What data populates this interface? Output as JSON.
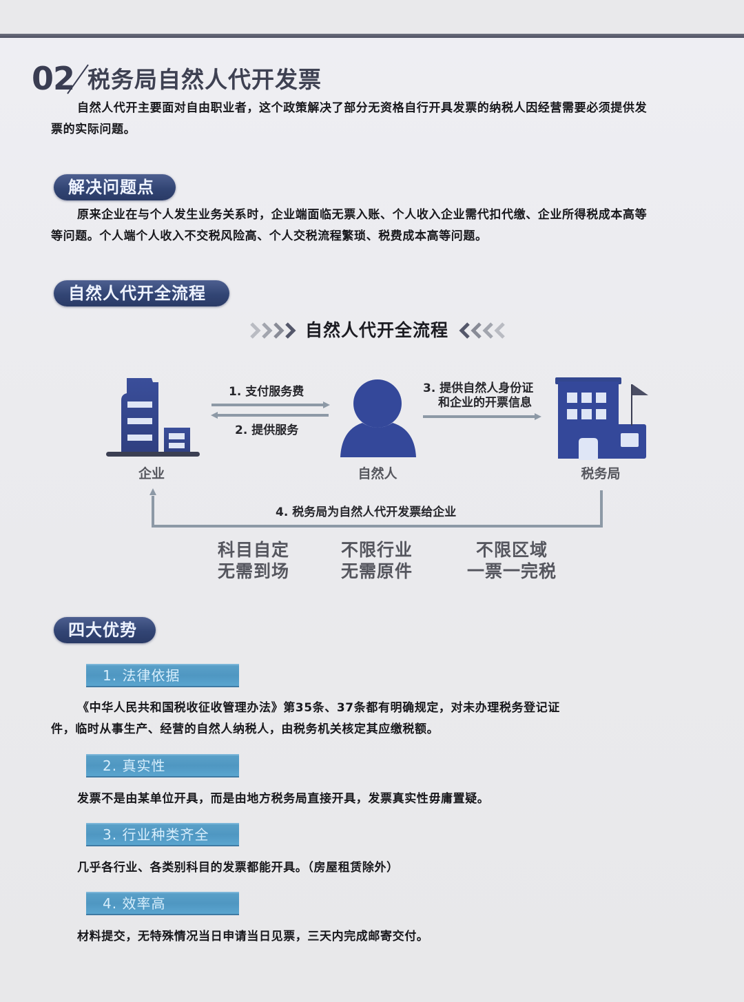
{
  "header": {
    "section_number": "02",
    "title": "税务局自然人代开发票",
    "intro_line1": "自然人代开主要面对自由职业者，这个政策解决了部分无资格自行开具发票的纳税人因经营需要必须提供发",
    "intro_line2": "票的实际问题。"
  },
  "problems": {
    "pill_label": "解决问题点",
    "line1": "原来企业在与个人发生业务关系时，企业端面临无票入账、个人收入企业需代扣代缴、企业所得税成本高等",
    "line2": "等问题。个人端个人收入不交税风险高、个人交税流程繁琐、税费成本高等问题。"
  },
  "process": {
    "pill_label": "自然人代开全流程",
    "flow_title": "自然人代开全流程",
    "nodes": {
      "enterprise": {
        "label": "企业",
        "icon": "office-building-icon"
      },
      "person": {
        "label": "自然人",
        "icon": "person-icon"
      },
      "tax_bureau": {
        "label": "税务局",
        "icon": "government-building-icon"
      }
    },
    "steps": {
      "step1": "1. 支付服务费",
      "step2": "2. 提供服务",
      "step3_line1": "3. 提供自然人身份证",
      "step3_line2": "和企业的开票信息",
      "step4": "4. 税务局为自然人代开发票给企业"
    },
    "benefits": [
      {
        "line1": "科目自定",
        "line2": "无需到场"
      },
      {
        "line1": "不限行业",
        "line2": "无需原件"
      },
      {
        "line1": "不限区域",
        "line2": "一票一完税"
      }
    ],
    "colors": {
      "icon_blue": "#34489a",
      "arrow_gray": "#8d99a6"
    }
  },
  "advantages": {
    "pill_label": "四大优势",
    "items": [
      {
        "tag": "1. 法律依据",
        "text_line1": "《中华人民共和国税收征收管理办法》第35条、37条都有明确规定，对未办理税务登记证",
        "text_line2": "件，临时从事生产、经营的自然人纳税人，由税务机关核定其应缴税额。"
      },
      {
        "tag": "2. 真实性",
        "text_line1": "发票不是由某单位开具，而是由地方税务局直接开具，发票真实性毋庸置疑。"
      },
      {
        "tag": "3. 行业种类齐全",
        "text_line1": "几乎各行业、各类别科目的发票都能开具。（房屋租赁除外）"
      },
      {
        "tag": "4. 效率高",
        "text_line1": "材料提交，无特殊情况当日申请当日见票，三天内完成邮寄交付。"
      }
    ]
  },
  "colors": {
    "pill_navy": "#324574",
    "tag_blue": "#519ac4",
    "background": "#e9e9eb",
    "top_rule": "#555869"
  }
}
